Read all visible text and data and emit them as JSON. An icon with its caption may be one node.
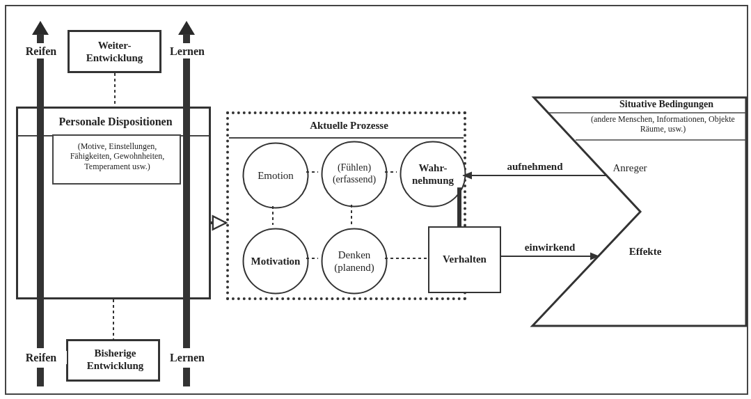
{
  "diagram": {
    "nodes": [
      {
        "text": [
          "Weiter- Entwicklung"
        ]
      },
      {
        "text": [
          "Personale Dispositionen"
        ]
      },
      {
        "text": [
          "(Motive, Einstellungen, Fähigkeiten, Gewohnheiten, Temperament usw.)"
        ],
        "in": 1
      },
      {
        "text": [
          "Bisherige Entwicklung"
        ]
      },
      {
        "text": [
          "Aktuelle Prozesse"
        ]
      },
      {
        "text": [
          "Emotion"
        ],
        "in": 4
      },
      {
        "text": [
          "(Fühlen) (erfassend)"
        ],
        "in": 4
      },
      {
        "text": [
          "Wahr- nehmung"
        ],
        "in": 4
      },
      {
        "text": [
          "Motivation"
        ],
        "in": 4
      },
      {
        "text": [
          "Denken (planend)"
        ],
        "in": 4
      },
      {
        "text": [
          "Verhalten"
        ]
      },
      {
        "text": [
          "Situative Bedingungen",
          "(andere Menschen, Informationen, Objekte Räume, usw.)",
          "Anreger",
          "Effekte"
        ]
      }
    ],
    "edges": [
      {
        "from": 0,
        "to": 1,
        "arrow": "none",
        "style": "dashed"
      },
      {
        "from": 1,
        "to": 3,
        "arrow": "none",
        "style": "dashed"
      },
      {
        "from": 1,
        "to": 4,
        "arrow": "to",
        "style": "thick"
      },
      {
        "from": 5,
        "to": 6,
        "arrow": "none",
        "style": "dashed"
      },
      {
        "from": 6,
        "to": 7,
        "arrow": "none",
        "style": "dashed"
      },
      {
        "from": 5,
        "to": 8,
        "arrow": "none",
        "style": "dashed"
      },
      {
        "from": 6,
        "to": 9,
        "arrow": "none",
        "style": "dashed"
      },
      {
        "from": 8,
        "to": 9,
        "arrow": "none",
        "style": "dashed"
      },
      {
        "from": 9,
        "to": 10,
        "arrow": "none",
        "style": "dashed"
      },
      {
        "from": 7,
        "to": 10,
        "arrow": "none",
        "style": "thick"
      },
      {
        "from": 11,
        "to": 7,
        "arrow": "to",
        "label": "aufnehmend"
      },
      {
        "from": 10,
        "to": 11,
        "arrow": "to",
        "label": "einwirkend"
      }
    ],
    "labels": [
      "Reifen",
      "Lernen",
      "Reifen",
      "Lernen"
    ]
  }
}
